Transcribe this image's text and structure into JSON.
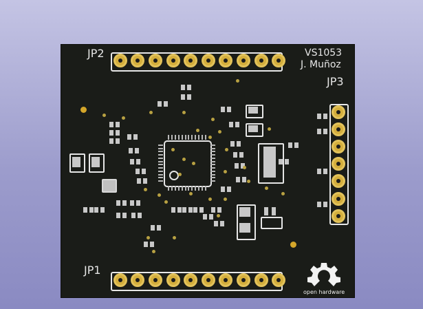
{
  "board": {
    "title": "VS1053",
    "author": "J. Muñoz",
    "headers": {
      "jp1": {
        "label": "JP1",
        "pins": 10
      },
      "jp2": {
        "label": "JP2",
        "pins": 10
      },
      "jp3": {
        "label": "JP3",
        "pins": 7
      }
    },
    "logo_text": "open hardware",
    "colors": {
      "background_top": "#c4c4e4",
      "background_bottom": "#8a8ac2",
      "board": "#1a1c18",
      "pads": "#d4ae3c",
      "silkscreen": "#e6e6e6"
    }
  }
}
